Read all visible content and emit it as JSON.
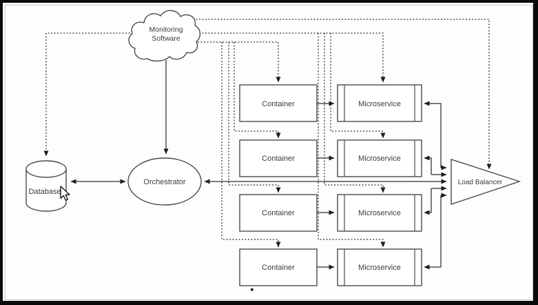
{
  "diagram": {
    "nodes": {
      "monitoring_software": {
        "line1": "Monitoring",
        "line2": "Software"
      },
      "database": {
        "label": "Database"
      },
      "orchestrator": {
        "label": "Orchestrator"
      },
      "load_balancer": {
        "label": "Load Balancer"
      },
      "containers": [
        {
          "label": "Container"
        },
        {
          "label": "Container"
        },
        {
          "label": "Container"
        },
        {
          "label": "Container"
        }
      ],
      "microservices": [
        {
          "label": "Microservice"
        },
        {
          "label": "Microservice"
        },
        {
          "label": "Microservice"
        },
        {
          "label": "Microservice"
        }
      ]
    },
    "edges": [
      {
        "from": "monitoring-software",
        "to": "database",
        "style": "dashed-arrow"
      },
      {
        "from": "monitoring-software",
        "to": "orchestrator",
        "style": "solid-arrow"
      },
      {
        "from": "monitoring-software",
        "to": "load-balancer",
        "style": "dashed-arrow"
      },
      {
        "from": "monitoring-software",
        "to": "container-1",
        "style": "dashed-arrow"
      },
      {
        "from": "monitoring-software",
        "to": "container-2",
        "style": "dashed-arrow"
      },
      {
        "from": "monitoring-software",
        "to": "container-3",
        "style": "dashed-arrow"
      },
      {
        "from": "monitoring-software",
        "to": "container-4",
        "style": "dashed-arrow"
      },
      {
        "from": "monitoring-software",
        "to": "microservice-1",
        "style": "dashed-arrow"
      },
      {
        "from": "monitoring-software",
        "to": "microservice-2",
        "style": "dashed-arrow"
      },
      {
        "from": "monitoring-software",
        "to": "microservice-3",
        "style": "dashed-arrow"
      },
      {
        "from": "monitoring-software",
        "to": "microservice-4",
        "style": "dashed-arrow"
      },
      {
        "from": "database",
        "to": "orchestrator",
        "style": "solid-bidirectional"
      },
      {
        "from": "orchestrator",
        "to": "load-balancer",
        "style": "solid-bidirectional"
      },
      {
        "from": "container-1",
        "to": "microservice-1",
        "style": "solid-arrow"
      },
      {
        "from": "container-2",
        "to": "microservice-2",
        "style": "solid-arrow"
      },
      {
        "from": "container-3",
        "to": "microservice-3",
        "style": "solid-arrow"
      },
      {
        "from": "container-4",
        "to": "microservice-4",
        "style": "solid-arrow"
      },
      {
        "from": "microservice-1",
        "to": "load-balancer",
        "style": "solid-bidirectional"
      },
      {
        "from": "microservice-2",
        "to": "load-balancer",
        "style": "solid-bidirectional"
      },
      {
        "from": "microservice-3",
        "to": "load-balancer",
        "style": "solid-bidirectional"
      },
      {
        "from": "microservice-4",
        "to": "load-balancer",
        "style": "solid-bidirectional"
      }
    ],
    "colors": {
      "stroke": "#333333",
      "box_fill": "#ffffff",
      "background": "#fdfdfd",
      "frame": "#0a0a0a",
      "text": "#3a3a3a"
    }
  }
}
